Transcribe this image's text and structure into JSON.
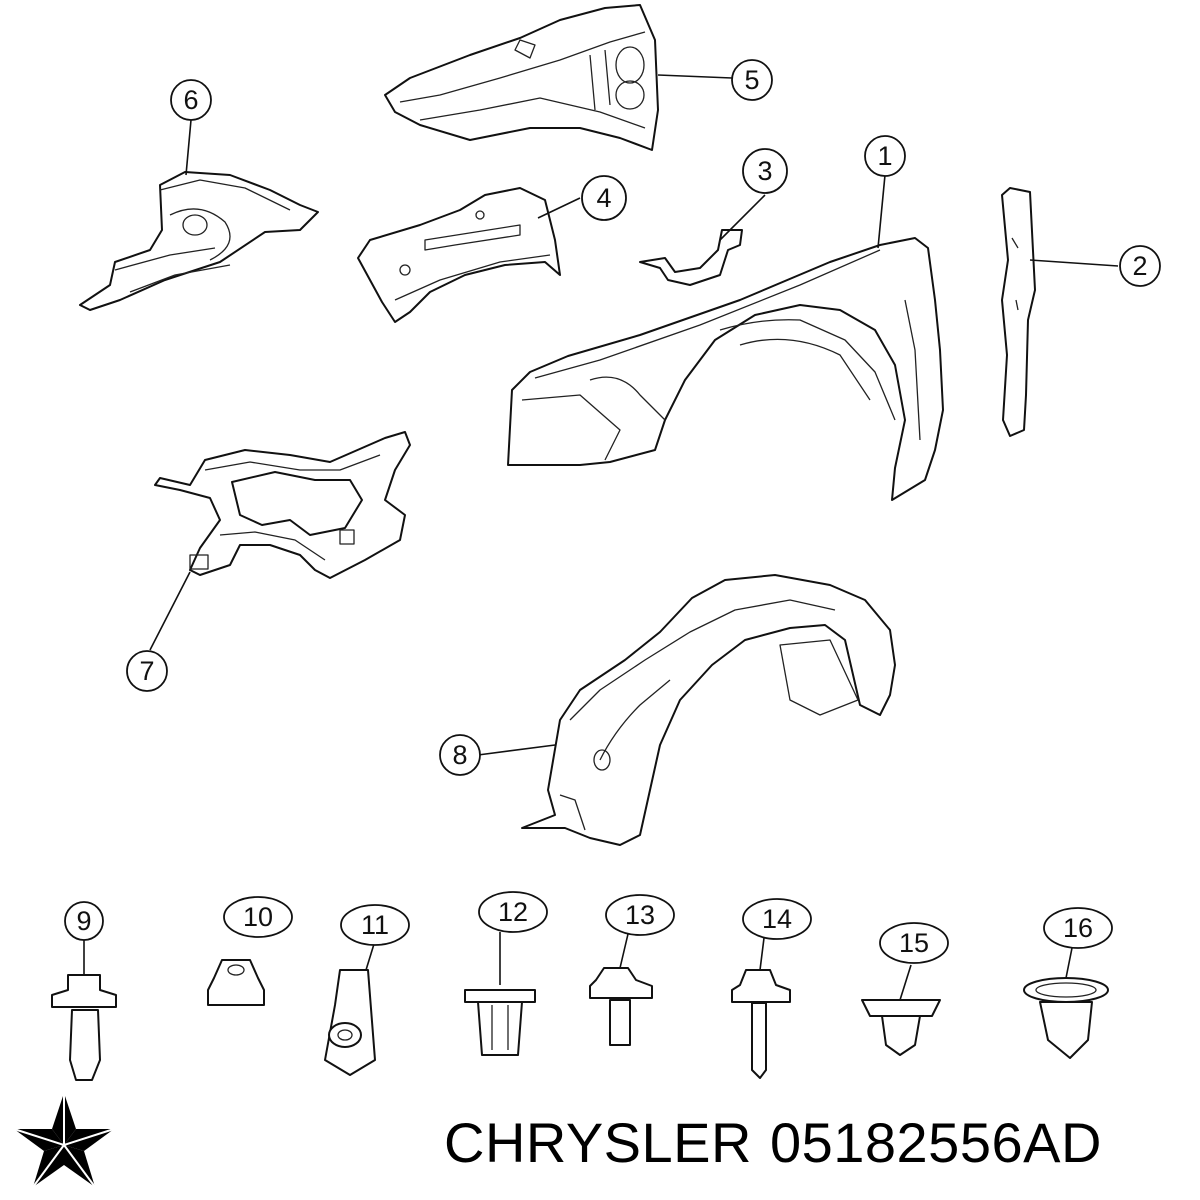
{
  "callouts": [
    "1",
    "2",
    "3",
    "4",
    "5",
    "6",
    "7",
    "8",
    "9",
    "10",
    "11",
    "12",
    "13",
    "14",
    "15",
    "16"
  ],
  "caption": {
    "brand": "CHRYSLER",
    "part_number": "05182556AD"
  },
  "logo": {
    "icon": "chrysler-pentastar-icon",
    "color": "#000000"
  },
  "colors": {
    "line": "#111111",
    "background": "#ffffff"
  }
}
